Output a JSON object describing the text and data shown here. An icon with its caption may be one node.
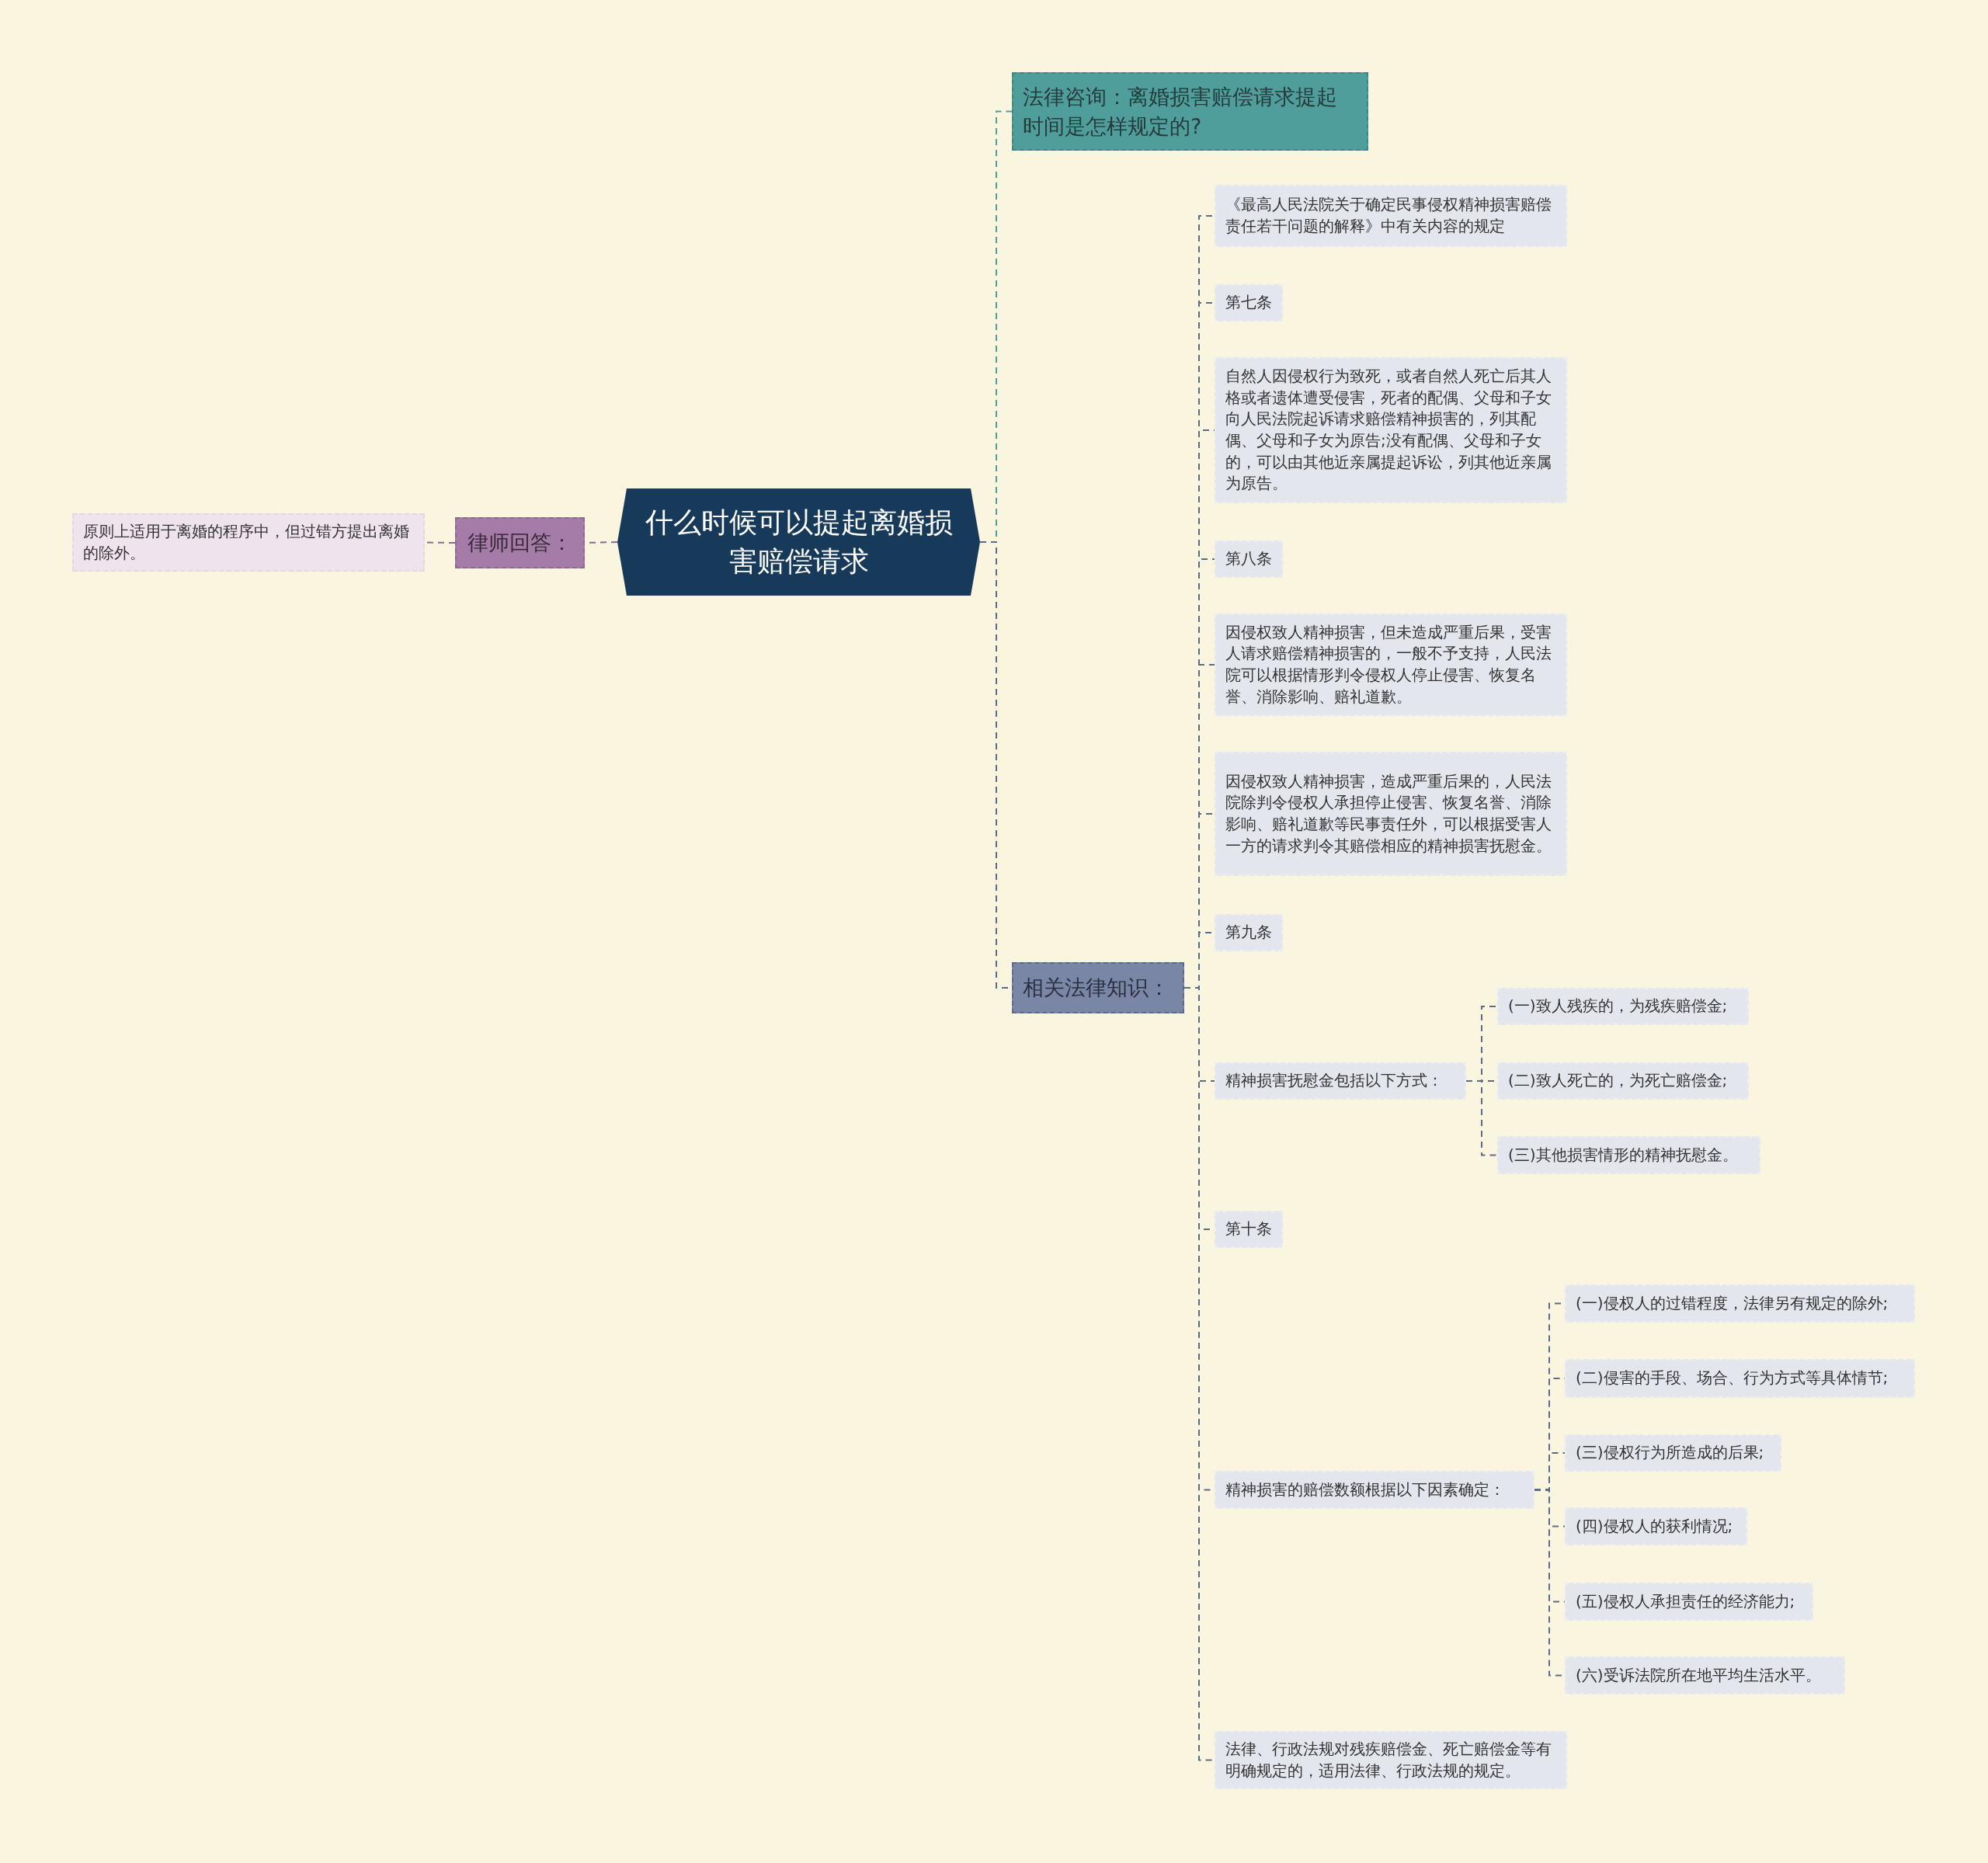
{
  "diagram": {
    "nodes": [
      {
        "text": [
          "什么时候可以提起离婚损害赔偿请求"
        ]
      },
      {
        "text": [
          "律师回答："
        ]
      },
      {
        "text": [
          "原则上适用于离婚的程序中，但过错方提出离婚的除外。"
        ]
      },
      {
        "text": [
          "法律咨询：离婚损害赔偿请求提起时间是怎样规定的?"
        ]
      },
      {
        "text": [
          "相关法律知识："
        ]
      },
      {
        "text": [
          "《最高人民法院关于确定民事侵权精神损害赔偿责任若干问题的解释》中有关内容的规定"
        ]
      },
      {
        "text": [
          "第七条"
        ]
      },
      {
        "text": [
          "自然人因侵权行为致死，或者自然人死亡后其人格或者遗体遭受侵害，死者的配偶、父母和子女向人民法院起诉请求赔偿精神损害的，列其配偶、父母和子女为原告;没有配偶、父母和子女的，可以由其他近亲属提起诉讼，列其他近亲属为原告。"
        ]
      },
      {
        "text": [
          "第八条"
        ]
      },
      {
        "text": [
          "因侵权致人精神损害，但未造成严重后果，受害人请求赔偿精神损害的，一般不予支持，人民法院可以根据情形判令侵权人停止侵害、恢复名誉、消除影响、赔礼道歉。"
        ]
      },
      {
        "text": [
          "因侵权致人精神损害，造成严重后果的，人民法院除判令侵权人承担停止侵害、恢复名誉、消除影响、赔礼道歉等民事责任外，可以根据受害人一方的请求判令其赔偿相应的精神损害抚慰金。"
        ]
      },
      {
        "text": [
          "第九条"
        ]
      },
      {
        "text": [
          "精神损害抚慰金包括以下方式："
        ]
      },
      {
        "text": [
          "(一)致人残疾的，为残疾赔偿金;"
        ]
      },
      {
        "text": [
          "(二)致人死亡的，为死亡赔偿金;"
        ]
      },
      {
        "text": [
          "(三)其他损害情形的精神抚慰金。"
        ]
      },
      {
        "text": [
          "第十条"
        ]
      },
      {
        "text": [
          "精神损害的赔偿数额根据以下因素确定："
        ]
      },
      {
        "text": [
          "(一)侵权人的过错程度，法律另有规定的除外;"
        ]
      },
      {
        "text": [
          "(二)侵害的手段、场合、行为方式等具体情节;"
        ]
      },
      {
        "text": [
          "(三)侵权行为所造成的后果;"
        ]
      },
      {
        "text": [
          "(四)侵权人的获利情况;"
        ]
      },
      {
        "text": [
          "(五)侵权人承担责任的经济能力;"
        ]
      },
      {
        "text": [
          "(六)受诉法院所在地平均生活水平。"
        ]
      },
      {
        "text": [
          "法律、行政法规对残疾赔偿金、死亡赔偿金等有明确规定的，适用法律、行政法规的规定。"
        ]
      }
    ],
    "edges": [
      {
        "from": 0,
        "to": 1,
        "arrow": "none",
        "style": "dashed",
        "color": "#8a6a90"
      },
      {
        "from": 1,
        "to": 2,
        "arrow": "none",
        "style": "dashed",
        "color": "#8a6a90"
      },
      {
        "from": 0,
        "to": 3,
        "arrow": "none",
        "style": "dashed",
        "color": "#4f9e9c"
      },
      {
        "from": 0,
        "to": 4,
        "arrow": "none",
        "style": "dashed",
        "color": "#5e6a8c"
      },
      {
        "from": 4,
        "to": 5,
        "arrow": "none",
        "style": "dashed",
        "color": "#5e6a8c"
      },
      {
        "from": 4,
        "to": 6,
        "arrow": "none",
        "style": "dashed",
        "color": "#5e6a8c"
      },
      {
        "from": 4,
        "to": 7,
        "arrow": "none",
        "style": "dashed",
        "color": "#5e6a8c"
      },
      {
        "from": 4,
        "to": 8,
        "arrow": "none",
        "style": "dashed",
        "color": "#5e6a8c"
      },
      {
        "from": 4,
        "to": 9,
        "arrow": "none",
        "style": "dashed",
        "color": "#5e6a8c"
      },
      {
        "from": 4,
        "to": 10,
        "arrow": "none",
        "style": "dashed",
        "color": "#5e6a8c"
      },
      {
        "from": 4,
        "to": 11,
        "arrow": "none",
        "style": "dashed",
        "color": "#5e6a8c"
      },
      {
        "from": 4,
        "to": 12,
        "arrow": "none",
        "style": "dashed",
        "color": "#5e6a8c"
      },
      {
        "from": 12,
        "to": 13,
        "arrow": "none",
        "style": "dashed",
        "color": "#5e6a8c"
      },
      {
        "from": 12,
        "to": 14,
        "arrow": "none",
        "style": "dashed",
        "color": "#5e6a8c"
      },
      {
        "from": 12,
        "to": 15,
        "arrow": "none",
        "style": "dashed",
        "color": "#5e6a8c"
      },
      {
        "from": 4,
        "to": 16,
        "arrow": "none",
        "style": "dashed",
        "color": "#5e6a8c"
      },
      {
        "from": 4,
        "to": 17,
        "arrow": "none",
        "style": "dashed",
        "color": "#5e6a8c"
      },
      {
        "from": 17,
        "to": 18,
        "arrow": "none",
        "style": "dashed",
        "color": "#5e6a8c"
      },
      {
        "from": 17,
        "to": 19,
        "arrow": "none",
        "style": "dashed",
        "color": "#5e6a8c"
      },
      {
        "from": 17,
        "to": 20,
        "arrow": "none",
        "style": "dashed",
        "color": "#5e6a8c"
      },
      {
        "from": 17,
        "to": 21,
        "arrow": "none",
        "style": "dashed",
        "color": "#5e6a8c"
      },
      {
        "from": 17,
        "to": 22,
        "arrow": "none",
        "style": "dashed",
        "color": "#5e6a8c"
      },
      {
        "from": 17,
        "to": 23,
        "arrow": "none",
        "style": "dashed",
        "color": "#5e6a8c"
      },
      {
        "from": 4,
        "to": 24,
        "arrow": "none",
        "style": "dashed",
        "color": "#5e6a8c"
      }
    ]
  }
}
